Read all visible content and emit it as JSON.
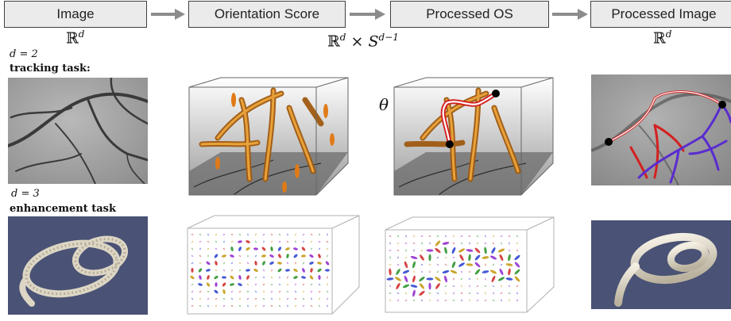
{
  "stages": {
    "image": "Image",
    "orientation_score": "Orientation Score",
    "processed_os": "Processed OS",
    "processed_image": "Processed Image"
  },
  "spaces": {
    "image_space": "ℝ",
    "image_space_exp": "d",
    "os_space": "ℝ",
    "os_space_exp": "d",
    "os_times": " × ",
    "os_sphere": "S",
    "os_sphere_exp": "d−1",
    "processed_space": "ℝ",
    "processed_space_exp": "d"
  },
  "rows": {
    "tracking": {
      "dim_label": "d = 2",
      "task_label": "tracking task:"
    },
    "enhancement": {
      "dim_label": "d = 3",
      "task_label": "enhancement task"
    }
  },
  "theta_label": "θ",
  "colors": {
    "box_fill": "#ebebeb",
    "box_border": "#404040",
    "arrow": "#8c8c8c",
    "vessel_red": "#d42020",
    "vessel_blue": "#5a2ccf",
    "fiber_orange": "#d98a1e",
    "render_background": "#4a5275",
    "surface": "#ddd6c4"
  }
}
